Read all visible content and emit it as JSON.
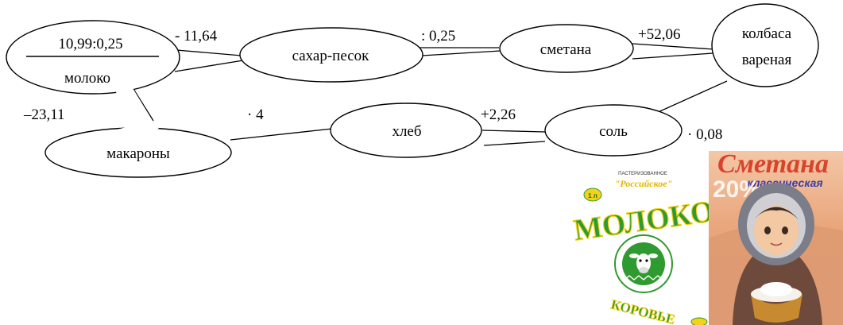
{
  "nodes": {
    "moloko_fraction": "10,99:0,25",
    "moloko": "молоко",
    "makarony": "макароны",
    "sahar": "сахар-песок",
    "smetana": "сметана",
    "kolbasa_line1": "колбаса",
    "kolbasa_line2": "вареная",
    "hleb": "хлеб",
    "sol": "соль"
  },
  "operations": {
    "minus_11_64": "- 11,64",
    "div_0_25": ": 0,25",
    "plus_52_06": "+52,06",
    "minus_23_11": "–23,11",
    "mul_4": "· 4",
    "plus_2_26": "+2,26",
    "mul_0_08": "· 0,08"
  },
  "milk_package": {
    "top_small": "ПАСТЕРИЗОВАННОЕ",
    "brand": "\"Российское\"",
    "volume": "1 л",
    "title": "МОЛОКО",
    "bottom": "КОРОВЬЕ"
  },
  "sourcream_package": {
    "title": "Сметана",
    "subtitle": "классическая",
    "percent": "20%"
  },
  "colors": {
    "line": "#000000",
    "milk_green": "#2f9a2f",
    "milk_yellow": "#f2d21b",
    "sourcream_red": "#d8432c",
    "sourcream_bg": "#e78a5a"
  }
}
